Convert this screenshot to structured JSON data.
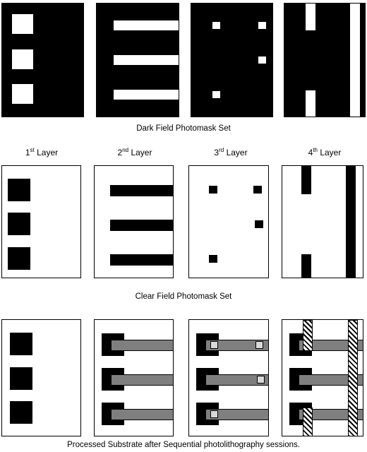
{
  "captions": {
    "dark_field": "Dark Field Photomask Set",
    "clear_field": "Clear Field Photomask Set",
    "processed": "Processed Substrate after Sequential photolithography sessions."
  },
  "layers": [
    {
      "num": "1",
      "sup": "st",
      "word": "Layer"
    },
    {
      "num": "2",
      "sup": "nd",
      "word": "Layer"
    },
    {
      "num": "3",
      "sup": "rd",
      "word": "Layer"
    },
    {
      "num": "4",
      "sup": "th",
      "word": "Layer"
    }
  ],
  "colors": {
    "mask": "#000000",
    "background": "#ffffff",
    "layer2_material": "#7f7f7f",
    "layer3_material": "#d9d9d9",
    "layer4_material": "hatched"
  }
}
